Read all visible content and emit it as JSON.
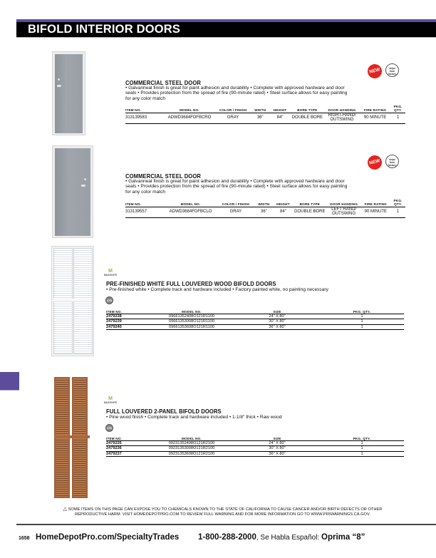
{
  "header": {
    "title": "BIFOLD INTERIOR DOORS",
    "accent_color": "#5b4d9b"
  },
  "products": [
    {
      "title": "COMMERCIAL STEEL DOOR",
      "badges": [
        "NEW",
        "ships from factory"
      ],
      "description_lines": [
        "• Galvanneal finish is great for paint adhesion and durability • Complete with approved hardware and door",
        "seals • Provides protection from the spread of fire (90-minute rated) • Steel surface allows for easy painting",
        "for any color match"
      ],
      "columns": [
        "ITEM NO.",
        "MODEL NO.",
        "COLOR / FINISH",
        "WIDTH",
        "HEIGHT",
        "BORE TYPE",
        "DOOR HANDING",
        "FIRE RATING",
        "PKG. QTY."
      ],
      "rows": [
        [
          "313139583",
          "ADWD3684FDFBCRO",
          "GRAY",
          "36\"",
          "84\"",
          "DOUBLE BORE",
          "RIGHT-HAND/ OUTSWING",
          "90 MINUTE",
          "1"
        ]
      ]
    },
    {
      "title": "COMMERCIAL STEEL DOOR",
      "badges": [
        "NEW",
        "ships from factory"
      ],
      "description_lines": [
        "• Galvanneal finish is great for paint adhesion and durability • Complete with approved hardware and door",
        "seals • Provides protection from the spread of fire (90-minute rated) • Steel surface allows for easy painting",
        "for any color match"
      ],
      "columns": [
        "ITEM NO.",
        "MODEL NO.",
        "COLOR / FINISH",
        "WIDTH",
        "HEIGHT",
        "BORE TYPE",
        "DOOR HANDING",
        "FIRE RATING",
        "PKG. QTY."
      ],
      "rows": [
        [
          "313139557",
          "ADWD3684FDFBCLO",
          "GRAY",
          "36\"",
          "84\"",
          "DOUBLE BORE",
          "LEFT HAND/ OUTSWING",
          "90 MINUTE",
          "1"
        ]
      ]
    },
    {
      "brand": "MASONITE",
      "title": "PRE-FINISHED WHITE FULL LOUVERED WOOD BIFOLD DOORS",
      "description": "• Pre-finished white • Complete track and hardware included • Factory painted white, no painting necessary",
      "warranty_icon": "LTD",
      "columns": [
        "ITEM NO.",
        "MODEL NO.",
        "SIZE",
        "PKG. QTY."
      ],
      "rows": [
        [
          "2479238",
          "09661352408O121R1100",
          "24\" X 80\"",
          "1"
        ],
        [
          "2479239",
          "09661353008O121R1100",
          "30\" X 80\"",
          "1"
        ],
        [
          "2479240",
          "09661353608O121R1100",
          "36\" X 80\"",
          "1"
        ]
      ]
    },
    {
      "brand": "MASONITE",
      "title": "FULL LOUVERED 2-PANEL BIFOLD DOORS",
      "description": "• Pine wood finish • Complete track and hardware included • 1-1/8\" thick • Raw wood",
      "warranty_icon": "LTD",
      "columns": [
        "ITEM NO.",
        "MODEL NO.",
        "SIZE",
        "PKG. QTY."
      ],
      "rows": [
        [
          "2479235",
          "09231352408O121R2100",
          "24\" X 80\"",
          "1"
        ],
        [
          "2479236",
          "09231353008O121R2100",
          "30\" X 80\"",
          "1"
        ],
        [
          "2479237",
          "09231353608O121R2100",
          "36\" X 80\"",
          "1"
        ]
      ]
    }
  ],
  "warning": {
    "icon": "warning-triangle-icon",
    "line1": "SOME ITEMS ON THIS PAGE CAN EXPOSE YOU TO CHEMICALS KNOWN TO THE STATE OF CALIFORNIA TO CAUSE CANCER AND/OR BIRTH DEFECTS OR OTHER",
    "line2": "REPRODUCTIVE HARM. VISIT HOMEDEPOTPRO.COM TO REVIEW FULL WARNING AND FOR MORE INFORMATION GO TO WWW.P65WARNINGS.CA.GOV."
  },
  "footer": {
    "page_number": "1658",
    "url": "HomeDepotPro.com/SpecialtyTrades",
    "phone": "1-800-288-2000",
    "spanish_label": ", Se Habla Español: ",
    "spanish_option": "Oprima “8”"
  }
}
